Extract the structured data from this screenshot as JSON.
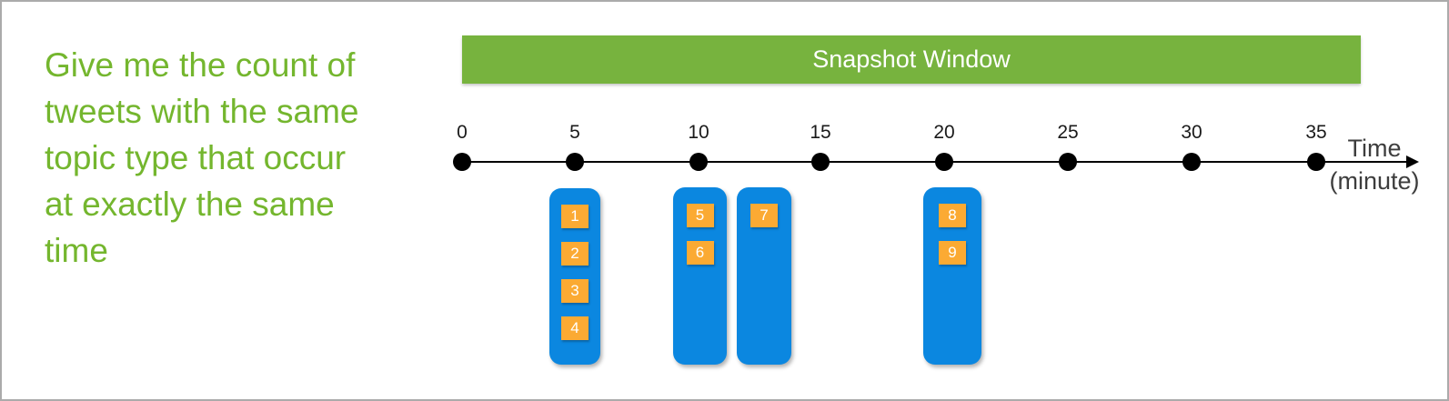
{
  "question": {
    "lines": [
      "Give me the count of",
      "tweets with the same",
      "topic type that occur",
      "at exactly the same",
      "time"
    ]
  },
  "snapshot": {
    "label": "Snapshot Window"
  },
  "timeline": {
    "ticks": [
      "0",
      "5",
      "10",
      "15",
      "20",
      "25",
      "30",
      "35"
    ],
    "axis_label_line1": "Time",
    "axis_label_line2": "(minute)"
  },
  "tweet_groups": [
    {
      "tweets": [
        "1",
        "2",
        "3",
        "4"
      ]
    },
    {
      "tweets": [
        "5",
        "6"
      ]
    },
    {
      "tweets": [
        "7"
      ]
    },
    {
      "tweets": [
        "8",
        "9"
      ]
    }
  ],
  "colors": {
    "green_bar": "#77B33E",
    "green_text": "#74B62E",
    "group_blue": "#0B87E0",
    "tweet_orange": "#FBAA33",
    "axis_black": "#000000",
    "border_gray": "#ABABAB"
  }
}
